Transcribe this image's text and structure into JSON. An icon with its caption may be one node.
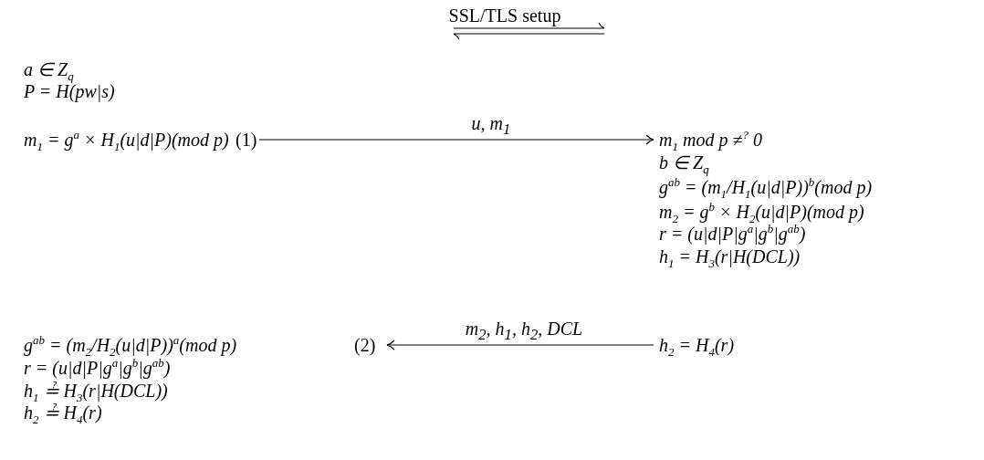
{
  "diagram": {
    "nodes": [
      {
        "text": [
          "a ∈ Z$_{q}$",
          "P = H(pw|s)",
          "m$_{1}$ = g$^{a}$ × H$_{1}$(u|d|P)(mod p)"
        ],
        "beside": [
          "(1)"
        ]
      },
      {
        "text": [
          "m$_{1}$ mod p ≠$^{?}$ 0",
          "b ∈ Z$_{q}$",
          "g$^{ab}$ = (m$_{1}$/H$_{1}$(u|d|P))$^{b}$(mod p)",
          "m$_{2}$ = g$^{b}$ × H$_{2}$(u|d|P)(mod p)",
          "r = (u|d|P|g$^{a}$|g$^{b}$|g$^{ab}$)",
          "h$_{1}$ = H$_{3}$(r|H(DCL))",
          "h$_{2}$ = H$_{4}$(r)"
        ]
      },
      {
        "text": [
          "g$^{ab}$ = (m$_{2}$/H$_{2}$(u|d|P))$^{a}$(mod p)",
          "r = (u|d|P|g$^{a}$|g$^{b}$|g$^{ab}$)",
          "h$_{1}$ ≟ H$_{3}$(r|H(DCL))",
          "h$_{2}$ ≟ H$_{4}$(r)"
        ],
        "beside": [
          "(2)"
        ]
      }
    ],
    "edges": [
      {
        "from": 0,
        "to": 1,
        "arrow": "to",
        "label": "u, m$_{1}$"
      },
      {
        "from": 1,
        "to": 2,
        "arrow": "to",
        "label": "m$_{2}$, h$_{1}$, h$_{2}$, DCL"
      }
    ],
    "labels": [
      "SSL/TLS setup"
    ]
  }
}
